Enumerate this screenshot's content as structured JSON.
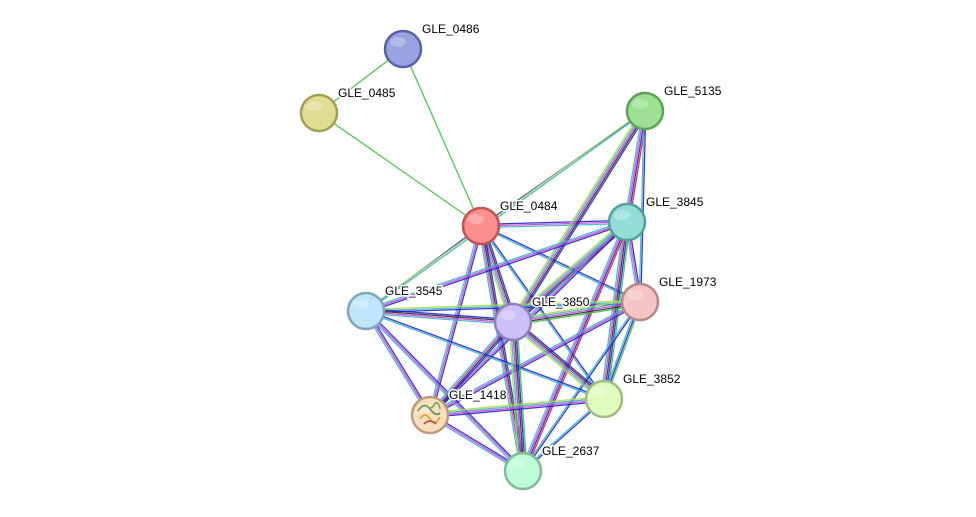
{
  "network": {
    "nodes": [
      {
        "id": "GLE_0486",
        "label": "GLE_0486",
        "fill": "#98a3e0",
        "stroke": "#5861a8"
      },
      {
        "id": "GLE_0485",
        "label": "GLE_0485",
        "fill": "#dfdc94",
        "stroke": "#a29f55"
      },
      {
        "id": "GLE_5135",
        "label": "GLE_5135",
        "fill": "#9de094",
        "stroke": "#5da355"
      },
      {
        "id": "GLE_0484",
        "label": "GLE_0484",
        "fill": "#fb8e8e",
        "stroke": "#c05252"
      },
      {
        "id": "GLE_3845",
        "label": "GLE_3845",
        "fill": "#93ddd7",
        "stroke": "#55a09a"
      },
      {
        "id": "GLE_1973",
        "label": "GLE_1973",
        "fill": "#f5c5c5",
        "stroke": "#b88686"
      },
      {
        "id": "GLE_3545",
        "label": "GLE_3545",
        "fill": "#bde6fa",
        "stroke": "#7ea5bc"
      },
      {
        "id": "GLE_3850",
        "label": "GLE_3850",
        "fill": "#cdbff8",
        "stroke": "#8f80bd"
      },
      {
        "id": "GLE_3852",
        "label": "GLE_3852",
        "fill": "#e0fbbe",
        "stroke": "#a2bb80"
      },
      {
        "id": "GLE_1418",
        "label": "GLE_1418",
        "fill": "#f9dfc0",
        "stroke": "#c09a78",
        "structure_icon": "protein-structure-icon"
      },
      {
        "id": "GLE_2637",
        "label": "GLE_2637",
        "fill": "#bffbd6",
        "stroke": "#7ebb98"
      }
    ],
    "edge_colors": {
      "neighborhood": "#3bc33b",
      "fusion": "#e02020",
      "cooccurrence": "#2020d8",
      "coexpression": "#2e2e2e",
      "experiments": "#d23fd2",
      "databases": "#35b8c8",
      "textmining": "#b2d842"
    },
    "edges": [
      {
        "source": "GLE_0486",
        "target": "GLE_0485",
        "types": [
          "neighborhood"
        ]
      },
      {
        "source": "GLE_0486",
        "target": "GLE_0484",
        "types": [
          "neighborhood"
        ]
      },
      {
        "source": "GLE_0485",
        "target": "GLE_0484",
        "types": [
          "neighborhood"
        ]
      },
      {
        "source": "GLE_0484",
        "target": "GLE_5135",
        "types": [
          "cooccurrence"
        ]
      },
      {
        "source": "GLE_0484",
        "target": "GLE_3845",
        "types": [
          "cooccurrence",
          "experiments",
          "databases"
        ]
      },
      {
        "source": "GLE_0484",
        "target": "GLE_1973",
        "types": [
          "cooccurrence",
          "databases"
        ]
      },
      {
        "source": "GLE_0484",
        "target": "GLE_3545",
        "types": [
          "cooccurrence"
        ]
      },
      {
        "source": "GLE_0484",
        "target": "GLE_3850",
        "types": [
          "cooccurrence",
          "coexpression",
          "experiments",
          "databases",
          "textmining"
        ]
      },
      {
        "source": "GLE_0484",
        "target": "GLE_3852",
        "types": [
          "cooccurrence",
          "databases"
        ]
      },
      {
        "source": "GLE_0484",
        "target": "GLE_1418",
        "types": [
          "cooccurrence",
          "experiments",
          "databases"
        ]
      },
      {
        "source": "GLE_0484",
        "target": "GLE_2637",
        "types": [
          "cooccurrence",
          "coexpression",
          "experiments",
          "databases"
        ]
      },
      {
        "source": "GLE_5135",
        "target": "GLE_3845",
        "types": [
          "fusion",
          "cooccurrence",
          "experiments",
          "databases"
        ]
      },
      {
        "source": "GLE_5135",
        "target": "GLE_1973",
        "types": [
          "cooccurrence",
          "databases"
        ]
      },
      {
        "source": "GLE_5135",
        "target": "GLE_3850",
        "types": [
          "cooccurrence",
          "coexpression",
          "experiments",
          "databases",
          "textmining"
        ]
      },
      {
        "source": "GLE_5135",
        "target": "GLE_3545",
        "types": [
          "databases",
          "textmining"
        ]
      },
      {
        "source": "GLE_3845",
        "target": "GLE_1973",
        "types": [
          "cooccurrence",
          "experiments",
          "databases"
        ]
      },
      {
        "source": "GLE_3845",
        "target": "GLE_3545",
        "types": [
          "cooccurrence",
          "experiments",
          "databases"
        ]
      },
      {
        "source": "GLE_3845",
        "target": "GLE_3850",
        "types": [
          "cooccurrence",
          "coexpression",
          "experiments",
          "databases",
          "textmining"
        ]
      },
      {
        "source": "GLE_3845",
        "target": "GLE_3852",
        "types": [
          "neighborhood",
          "cooccurrence",
          "coexpression",
          "experiments",
          "databases"
        ]
      },
      {
        "source": "GLE_3845",
        "target": "GLE_1418",
        "types": [
          "cooccurrence",
          "experiments",
          "databases"
        ]
      },
      {
        "source": "GLE_3845",
        "target": "GLE_2637",
        "types": [
          "fusion",
          "cooccurrence",
          "experiments",
          "databases"
        ]
      },
      {
        "source": "GLE_1973",
        "target": "GLE_3545",
        "types": [
          "cooccurrence",
          "databases",
          "textmining"
        ]
      },
      {
        "source": "GLE_1973",
        "target": "GLE_3850",
        "types": [
          "neighborhood",
          "coexpression",
          "experiments",
          "databases",
          "textmining"
        ]
      },
      {
        "source": "GLE_1973",
        "target": "GLE_3852",
        "types": [
          "neighborhood",
          "cooccurrence",
          "databases"
        ]
      },
      {
        "source": "GLE_1973",
        "target": "GLE_1418",
        "types": [
          "cooccurrence",
          "experiments",
          "databases"
        ]
      },
      {
        "source": "GLE_1973",
        "target": "GLE_2637",
        "types": [
          "cooccurrence",
          "databases"
        ]
      },
      {
        "source": "GLE_3545",
        "target": "GLE_3850",
        "types": [
          "cooccurrence",
          "coexpression",
          "experiments",
          "databases"
        ]
      },
      {
        "source": "GLE_3545",
        "target": "GLE_3852",
        "types": [
          "cooccurrence",
          "databases"
        ]
      },
      {
        "source": "GLE_3545",
        "target": "GLE_1418",
        "types": [
          "cooccurrence",
          "experiments",
          "databases"
        ]
      },
      {
        "source": "GLE_3545",
        "target": "GLE_2637",
        "types": [
          "cooccurrence",
          "experiments",
          "databases"
        ]
      },
      {
        "source": "GLE_3850",
        "target": "GLE_3852",
        "types": [
          "cooccurrence",
          "coexpression",
          "experiments",
          "databases",
          "textmining"
        ]
      },
      {
        "source": "GLE_3850",
        "target": "GLE_1418",
        "types": [
          "cooccurrence",
          "coexpression",
          "experiments",
          "databases"
        ]
      },
      {
        "source": "GLE_3850",
        "target": "GLE_2637",
        "types": [
          "neighborhood",
          "cooccurrence",
          "coexpression",
          "experiments",
          "databases",
          "textmining"
        ]
      },
      {
        "source": "GLE_3852",
        "target": "GLE_1418",
        "types": [
          "cooccurrence",
          "experiments",
          "databases",
          "textmining"
        ]
      },
      {
        "source": "GLE_3852",
        "target": "GLE_2637",
        "types": [
          "cooccurrence",
          "databases"
        ]
      },
      {
        "source": "GLE_1418",
        "target": "GLE_2637",
        "types": [
          "cooccurrence",
          "experiments",
          "databases"
        ]
      }
    ]
  }
}
